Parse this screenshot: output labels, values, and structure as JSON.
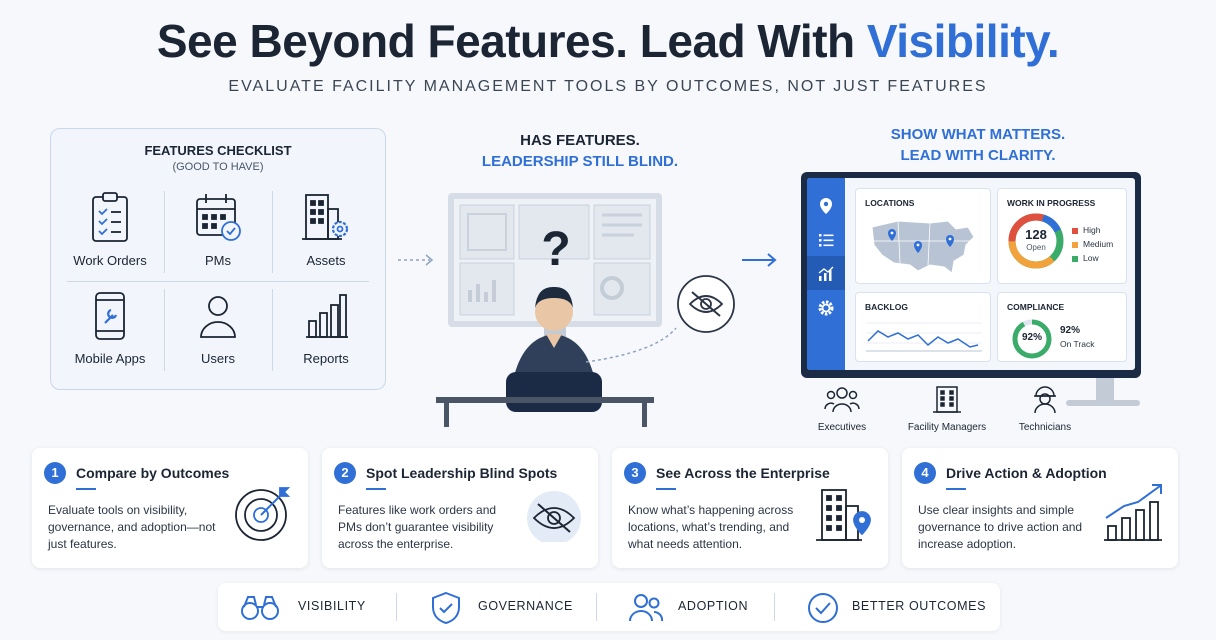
{
  "header": {
    "headline_main": "See Beyond Features. Lead With ",
    "headline_accent": "Visibility.",
    "subhead": "EVALUATE FACILITY MANAGEMENT TOOLS BY OUTCOMES, NOT JUST FEATURES"
  },
  "checklist": {
    "title": "FEATURES CHECKLIST",
    "subtitle": "(GOOD TO HAVE)",
    "items": [
      {
        "label": "Work Orders",
        "icon": "clipboard-checklist-icon"
      },
      {
        "label": "PMs",
        "icon": "calendar-check-icon"
      },
      {
        "label": "Assets",
        "icon": "building-gear-icon"
      },
      {
        "label": "Mobile Apps",
        "icon": "phone-wrench-icon"
      },
      {
        "label": "Users",
        "icon": "user-icon"
      },
      {
        "label": "Reports",
        "icon": "bar-chart-icon"
      }
    ]
  },
  "middle": {
    "line1": "HAS FEATURES.",
    "line2": "LEADERSHIP STILL BLIND.",
    "question_mark": "?"
  },
  "right": {
    "line1": "SHOW WHAT MATTERS.",
    "line2": "LEAD WITH CLARITY."
  },
  "dashboard": {
    "locations": {
      "title": "LOCATIONS"
    },
    "wip": {
      "title": "WORK IN PROGRESS",
      "value": "128",
      "value_label": "Open",
      "legend": [
        {
          "label": "High",
          "color": "#e0503f"
        },
        {
          "label": "Medium",
          "color": "#f2a23b"
        },
        {
          "label": "Low",
          "color": "#3bab6a"
        }
      ]
    },
    "backlog": {
      "title": "BACKLOG"
    },
    "compliance": {
      "title": "COMPLIANCE",
      "ring_value": "92%",
      "value": "92%",
      "value_label": "On Track",
      "fraction": 0.92
    }
  },
  "roles": [
    {
      "label": "Executives",
      "icon": "people-group-icon"
    },
    {
      "label": "Facility Managers",
      "icon": "office-building-icon"
    },
    {
      "label": "Technicians",
      "icon": "hardhat-worker-icon"
    }
  ],
  "steps": [
    {
      "num": "1",
      "title": "Compare by Outcomes",
      "body": "Evaluate tools on visibility, governance, and adoption—not just features.",
      "icon": "target-arrow-icon"
    },
    {
      "num": "2",
      "title": "Spot Leadership Blind Spots",
      "body": "Features like work orders and PMs don’t guarantee visibility across the enterprise.",
      "icon": "eye-slash-icon"
    },
    {
      "num": "3",
      "title": "See Across the Enterprise",
      "body": "Know what’s happening across locations, what’s trending, and what needs attention.",
      "icon": "building-location-icon"
    },
    {
      "num": "4",
      "title": "Drive Action & Adoption",
      "body": "Use clear insights and simple governance to drive action and increase adoption.",
      "icon": "growth-chart-icon"
    }
  ],
  "outcomes": [
    {
      "label": "VISIBILITY",
      "icon": "binoculars-icon"
    },
    {
      "label": "GOVERNANCE",
      "icon": "shield-check-icon"
    },
    {
      "label": "ADOPTION",
      "icon": "users-icon"
    },
    {
      "label": "BETTER OUTCOMES",
      "icon": "check-circle-icon"
    }
  ],
  "colors": {
    "accent": "#2f6fd6",
    "dark": "#1b2533",
    "monitor": "#1b2a45"
  }
}
